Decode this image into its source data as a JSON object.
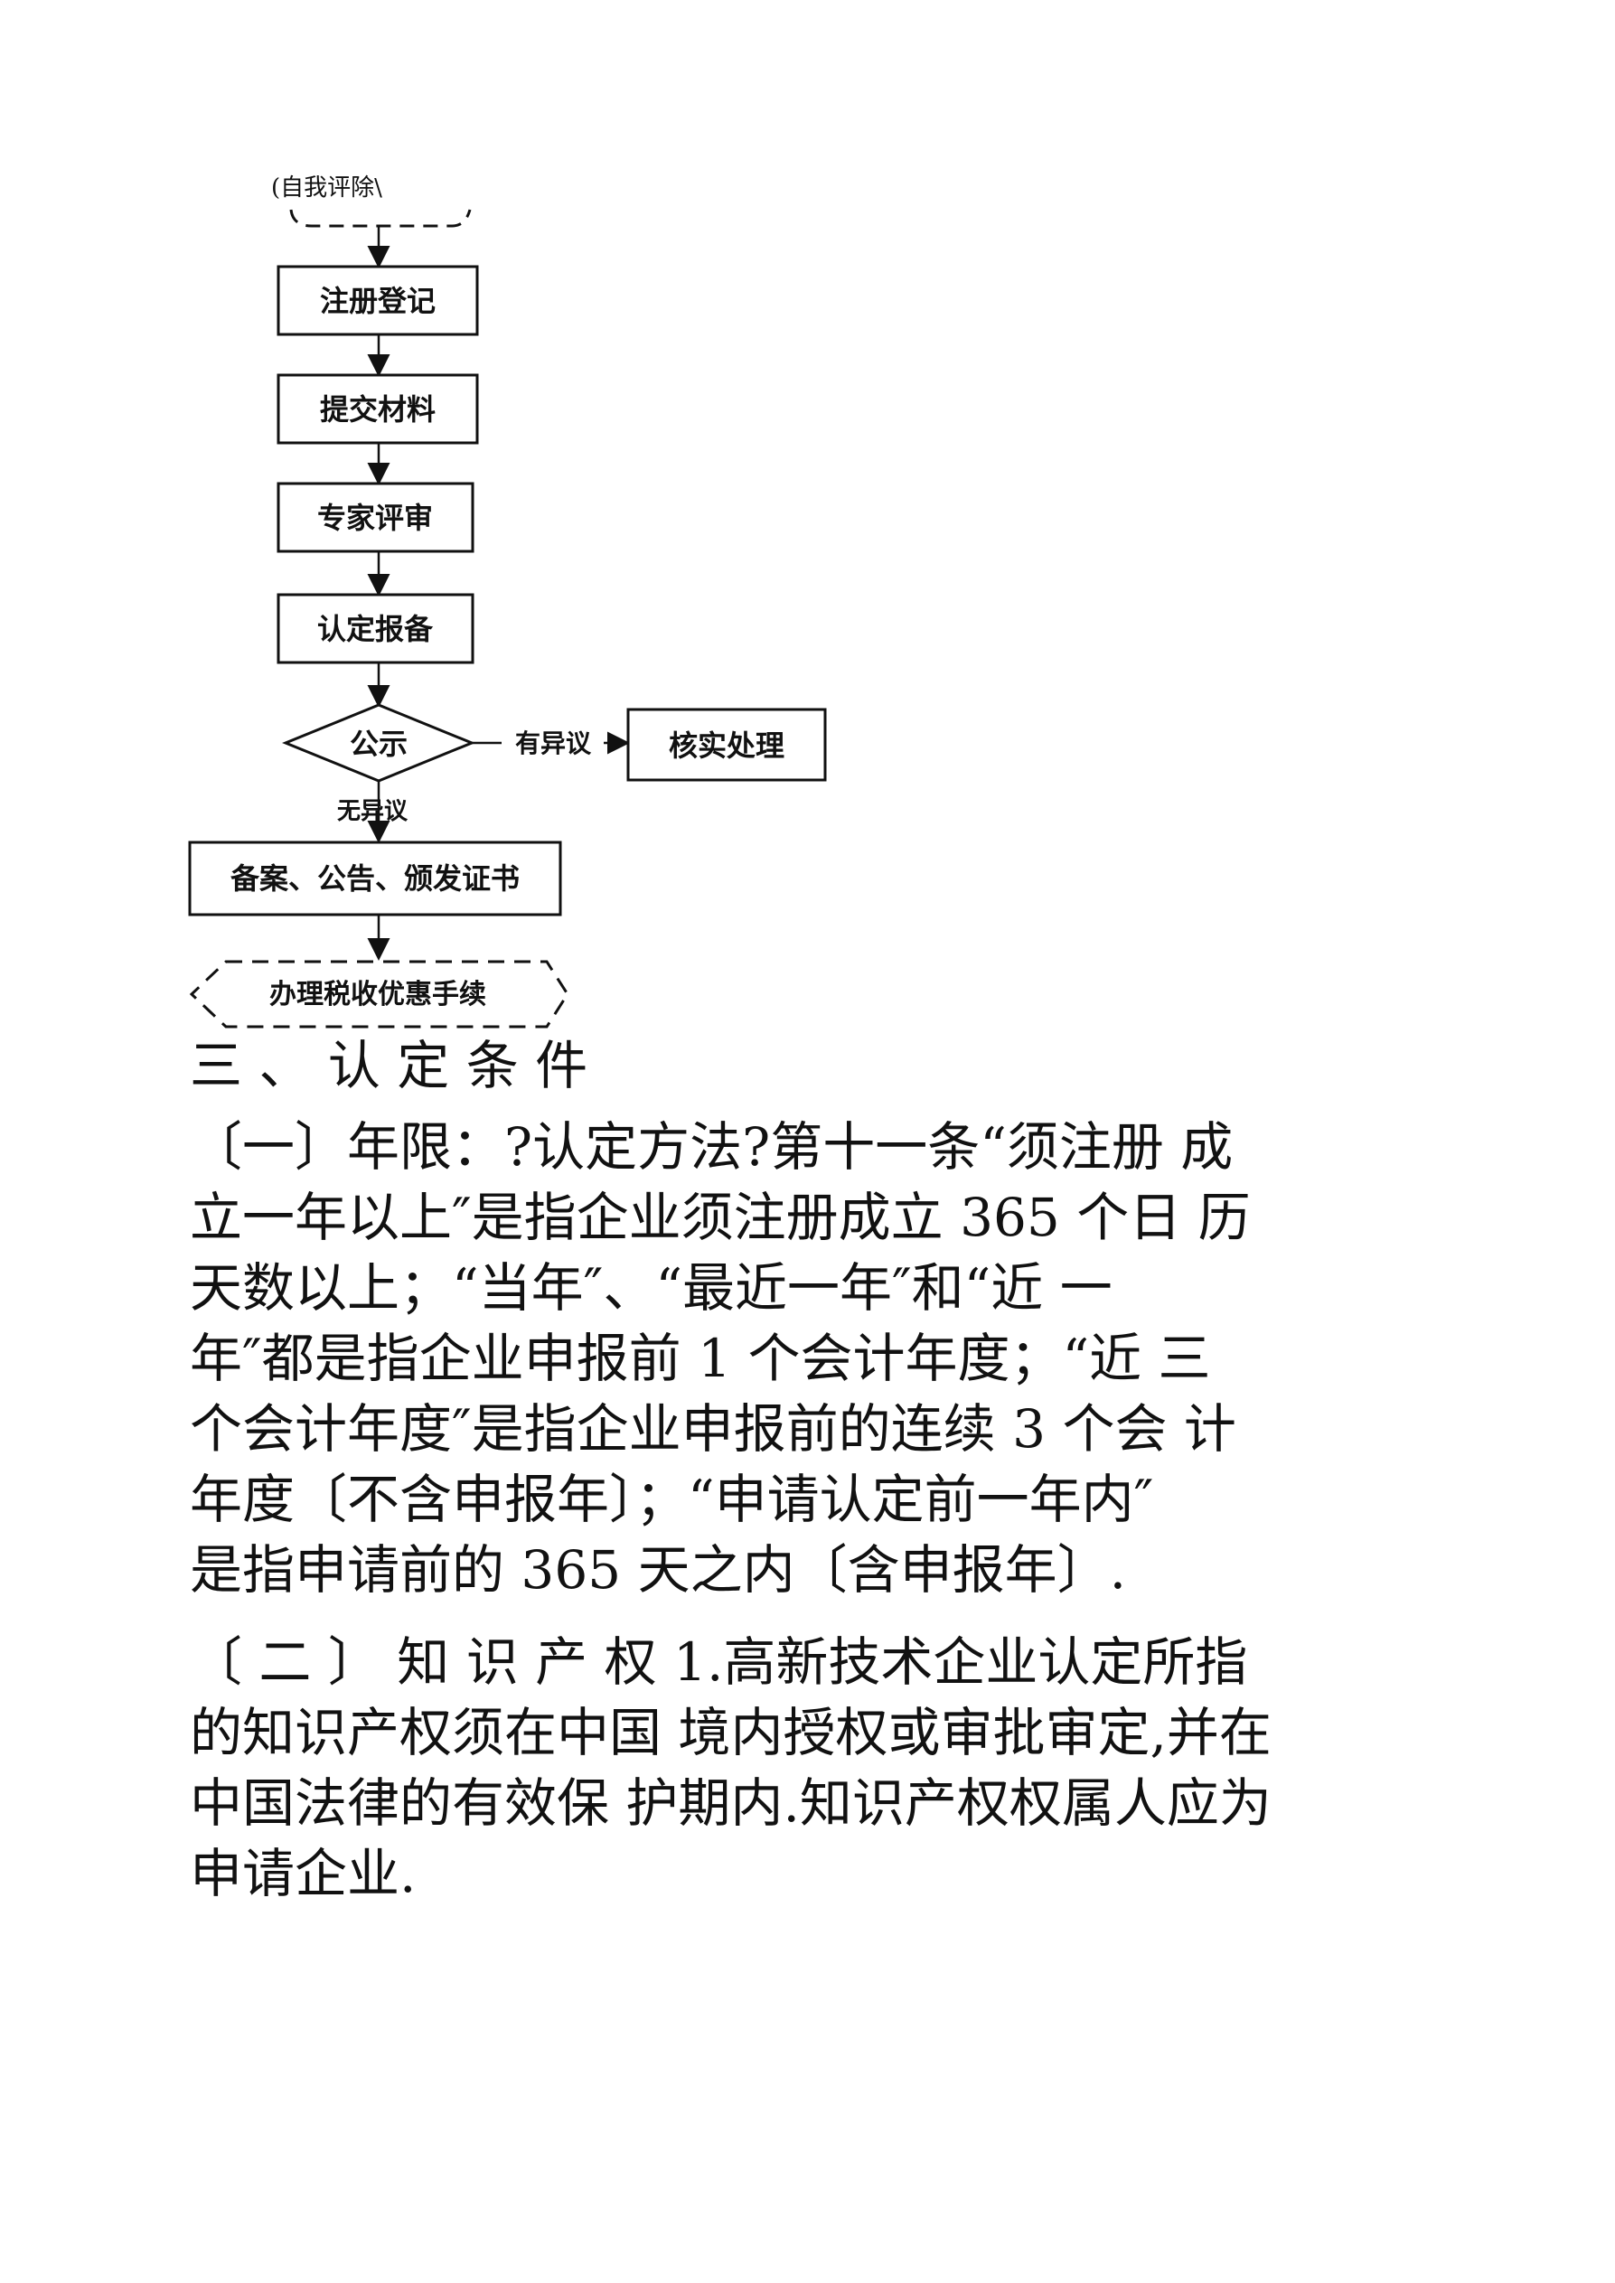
{
  "flowchart": {
    "start": "(自我评除\\",
    "steps": [
      "注册登记",
      "提交材料",
      "专家评审",
      "认定报备"
    ],
    "decision": "公示",
    "objection_label": "有异议",
    "objection_box": "核实处理",
    "no_objection_label": "无异议",
    "final_box": "备案、公告、颁发证书",
    "end": "办理税收优惠手续"
  },
  "text": {
    "heading": "三 、 认 定 条 件",
    "lines": [
      "〔一〕年限：?认定方法?第十一条“须注册 成",
      "立一年以上″是指企业须注册成立 365 个日 历",
      "天数以上；“当年″、“最近一年″和“近 一",
      "年″都是指企业申报前 1 个会计年度；“近 三",
      "个会计年度″是指企业申报前的连续 3 个会 计",
      "年度〔不含申报年〕；“申请认定前一年内″",
      "是指申请前的 365 天之内〔含申报年〕.",
      "〔 二 〕 知 识 产 权 1.高新技术企业认定所指",
      "的知识产权须在中国 境内授权或审批审定,并在",
      "中国法律的有效保 护期内.知识产权权属人应为",
      "申请企业."
    ]
  }
}
